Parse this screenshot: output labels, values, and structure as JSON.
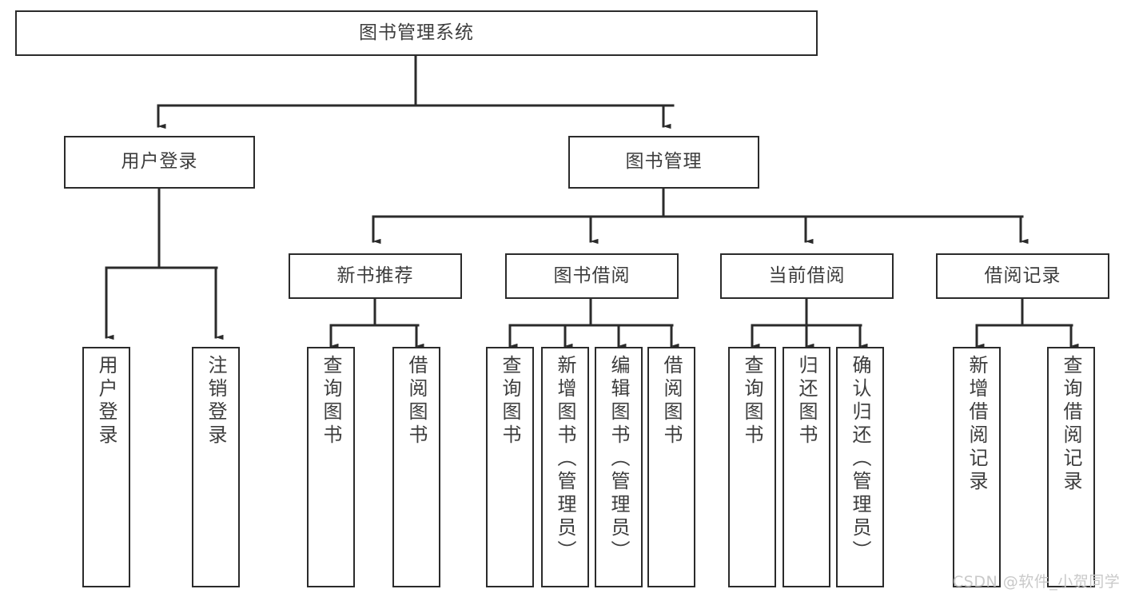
{
  "diagram": {
    "title": "图书管理系统",
    "type": "tree-hierarchy-chart",
    "colors": {
      "background": "#ffffff",
      "box_border": "#2b2b2b",
      "box_fill": "#ffffff",
      "text": "#3d3d3d",
      "edge": "#2b2b2b",
      "watermark": "#c9c9c9"
    },
    "nodes": {
      "root": {
        "label": "图书管理系统",
        "orientation": "horizontal"
      },
      "level2": [
        {
          "id": "user-login",
          "label": "用户登录",
          "orientation": "horizontal"
        },
        {
          "id": "book-manage",
          "label": "图书管理",
          "orientation": "horizontal"
        }
      ],
      "level3": [
        {
          "id": "new-book-recommend",
          "label": "新书推荐",
          "orientation": "horizontal"
        },
        {
          "id": "book-borrow",
          "label": "图书借阅",
          "orientation": "horizontal"
        },
        {
          "id": "current-borrow",
          "label": "当前借阅",
          "orientation": "horizontal"
        },
        {
          "id": "borrow-record",
          "label": "借阅记录",
          "orientation": "horizontal"
        }
      ],
      "leaves": [
        {
          "id": "leaf-user-login",
          "label": "用户登录",
          "orientation": "vertical",
          "parent": "user-login"
        },
        {
          "id": "leaf-logout-login",
          "label": "注销登录",
          "orientation": "vertical",
          "parent": "user-login"
        },
        {
          "id": "leaf-query-book-1",
          "label": "查询图书",
          "orientation": "vertical",
          "parent": "new-book-recommend"
        },
        {
          "id": "leaf-borrow-book-1",
          "label": "借阅图书",
          "orientation": "vertical",
          "parent": "new-book-recommend"
        },
        {
          "id": "leaf-query-book-2",
          "label": "查询图书",
          "orientation": "vertical",
          "parent": "book-borrow"
        },
        {
          "id": "leaf-add-book",
          "label": "新增图书（管理员）",
          "orientation": "vertical",
          "parent": "book-borrow"
        },
        {
          "id": "leaf-edit-book",
          "label": "编辑图书（管理员）",
          "orientation": "vertical",
          "parent": "book-borrow"
        },
        {
          "id": "leaf-borrow-book-2",
          "label": "借阅图书",
          "orientation": "vertical",
          "parent": "book-borrow"
        },
        {
          "id": "leaf-query-book-3",
          "label": "查询图书",
          "orientation": "vertical",
          "parent": "current-borrow"
        },
        {
          "id": "leaf-return-book",
          "label": "归还图书",
          "orientation": "vertical",
          "parent": "current-borrow"
        },
        {
          "id": "leaf-confirm-return",
          "label": "确认归还（管理员）",
          "orientation": "vertical",
          "parent": "current-borrow"
        },
        {
          "id": "leaf-add-record",
          "label": "新增借阅记录",
          "orientation": "vertical",
          "parent": "borrow-record"
        },
        {
          "id": "leaf-query-record",
          "label": "查询借阅记录",
          "orientation": "vertical",
          "parent": "borrow-record"
        }
      ]
    },
    "watermark": "CSDN @软件_小贺同学"
  }
}
